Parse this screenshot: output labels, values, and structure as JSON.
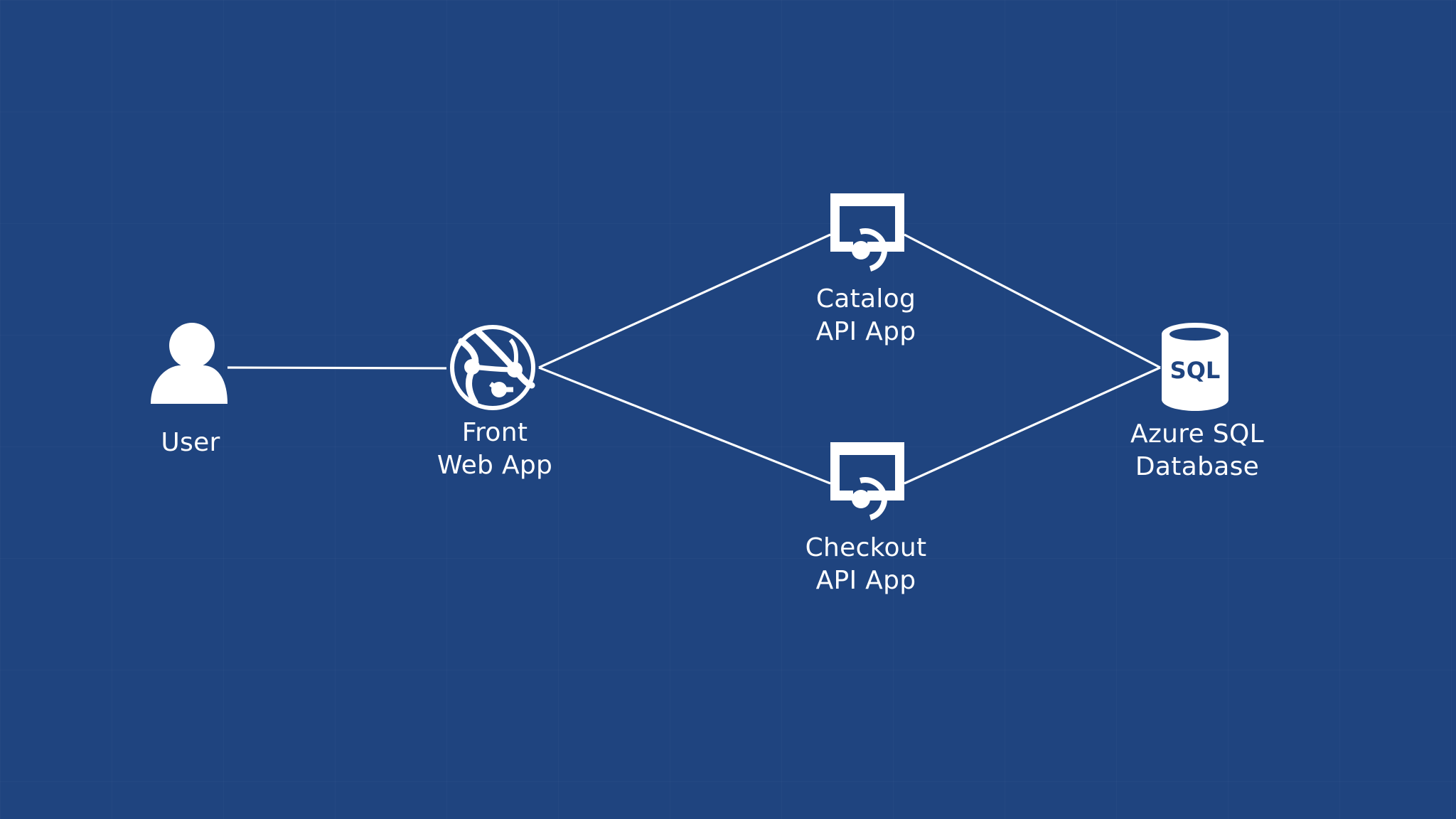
{
  "theme": {
    "background": "#1f447f",
    "foreground": "#ffffff"
  },
  "nodes": {
    "user": {
      "icon": "user-icon",
      "label": [
        "User"
      ]
    },
    "front_web_app": {
      "icon": "web-app-globe-icon",
      "label": [
        "Front",
        "Web App"
      ]
    },
    "catalog_api": {
      "icon": "api-app-icon",
      "label": [
        "Catalog",
        "API App"
      ]
    },
    "checkout_api": {
      "icon": "api-app-icon",
      "label": [
        "Checkout",
        "API App"
      ]
    },
    "sql_db": {
      "icon": "sql-database-icon",
      "icon_text": "SQL",
      "label": [
        "Azure SQL",
        "Database"
      ]
    }
  },
  "edges": [
    [
      "user",
      "front_web_app"
    ],
    [
      "front_web_app",
      "catalog_api"
    ],
    [
      "front_web_app",
      "checkout_api"
    ],
    [
      "catalog_api",
      "sql_db"
    ],
    [
      "checkout_api",
      "sql_db"
    ]
  ]
}
